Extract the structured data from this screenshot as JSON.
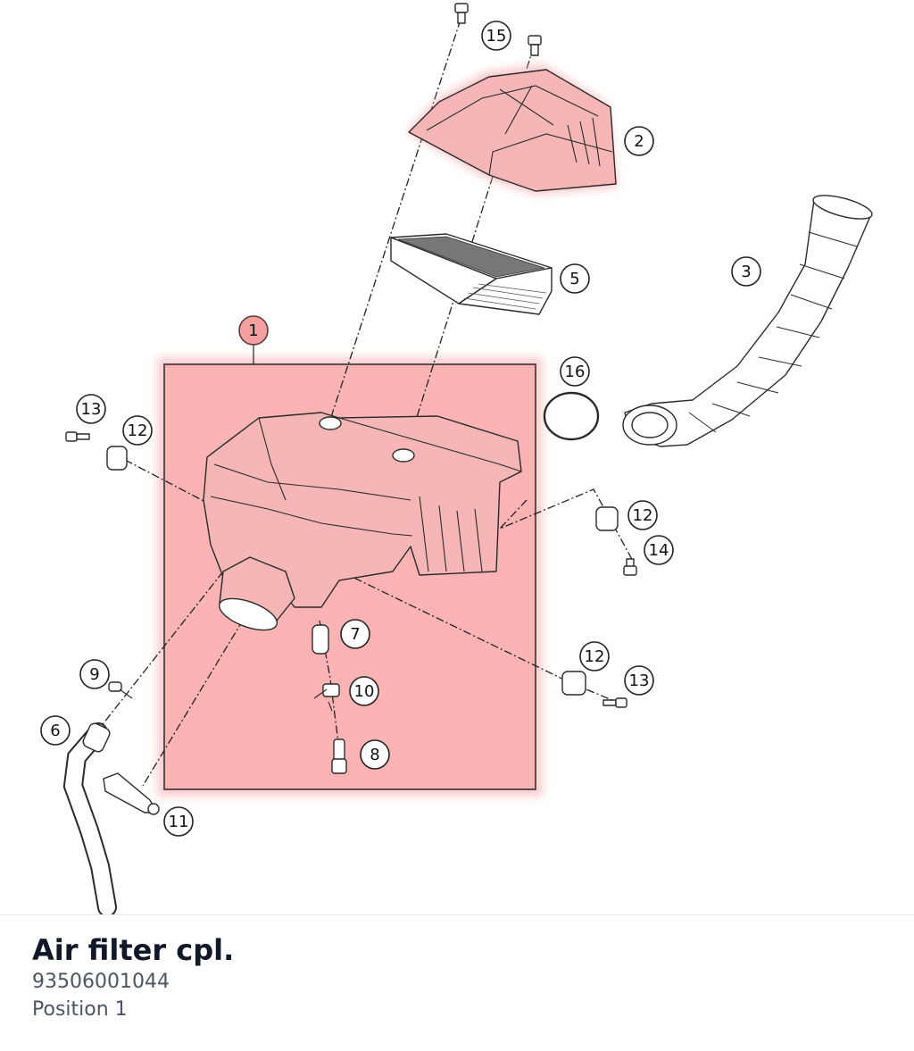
{
  "callouts": [
    {
      "label": "15"
    },
    {
      "label": "2"
    },
    {
      "label": "3"
    },
    {
      "label": "5"
    },
    {
      "label": "1"
    },
    {
      "label": "16"
    },
    {
      "label": "13"
    },
    {
      "label": "12"
    },
    {
      "label": "12"
    },
    {
      "label": "14"
    },
    {
      "label": "7"
    },
    {
      "label": "12"
    },
    {
      "label": "13"
    },
    {
      "label": "9"
    },
    {
      "label": "10"
    },
    {
      "label": "6"
    },
    {
      "label": "8"
    },
    {
      "label": "11"
    }
  ],
  "highlight": {
    "color": "#f8a5a5",
    "position_label": "1"
  },
  "part": {
    "name": "Air filter cpl.",
    "number": "93506001044",
    "position": "Position 1"
  }
}
